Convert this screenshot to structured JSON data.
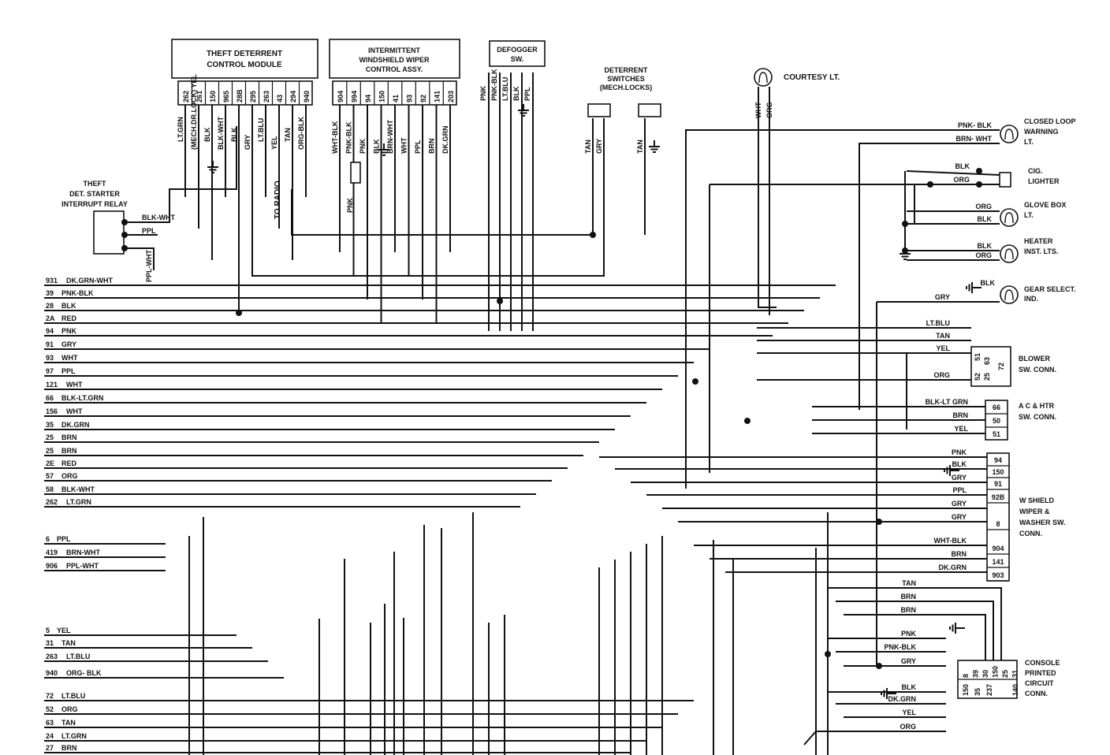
{
  "components": {
    "theft_module": {
      "title": [
        "THEFT  DETERRENT",
        "CONTROL MODULE"
      ],
      "pins": [
        "262",
        "261",
        "150",
        "965",
        "28B",
        "295",
        "263",
        "43",
        "294",
        "940"
      ],
      "wires": [
        "LT.GRN",
        "(MECH.DR.LOCK) YEL",
        "BLK",
        "BLK-WHT",
        "BLK",
        "GRY",
        "LT.BLU",
        "YEL",
        "TAN",
        "ORG-BLK"
      ],
      "radio_label": "TO RADIO"
    },
    "wiper_control": {
      "title": [
        "INTERMITTENT",
        "WINDSHIELD WIPER",
        "CONTROL ASSY."
      ],
      "pins": [
        "904",
        "994",
        "94",
        "150",
        "41",
        "93",
        "92",
        "141",
        "203"
      ],
      "wires": [
        "WHT-BLK",
        "PNK-BLK",
        "PNK",
        "BLK",
        "BRN-WHT",
        "WHT",
        "PPL",
        "BRN",
        "DK.GRN"
      ],
      "resistor_wire": "PNK"
    },
    "defogger": {
      "title": [
        "DEFOGGER",
        "SW."
      ],
      "wires": [
        "PNK",
        "PNK-BLK",
        "LT.BLU",
        "BLK",
        "PPL"
      ]
    },
    "deterrent_switches": {
      "title": [
        "DETERRENT",
        "SWITCHES",
        "(MECH.LOCKS)"
      ],
      "wires": [
        "TAN",
        "GRY",
        "TAN"
      ]
    },
    "courtesy": {
      "title": "COURTESY LT.",
      "wires": [
        "WHT",
        "ORG"
      ]
    },
    "starter_relay": {
      "title": [
        "THEFT",
        "DET. STARTER",
        "INTERRUPT RELAY"
      ],
      "wires": [
        "BLK-WHT",
        "PPL",
        "PPL-WHT"
      ]
    },
    "closed_loop": {
      "title": [
        "CLOSED LOOP",
        "WARNING",
        "LT."
      ],
      "wires": [
        "PNK- BLK",
        "BRN- WHT"
      ]
    },
    "cig_lighter": {
      "title": [
        "CIG.",
        "LIGHTER"
      ],
      "wires": [
        "BLK",
        "ORG"
      ]
    },
    "glove_box": {
      "title": [
        "GLOVE BOX",
        "LT."
      ],
      "wires": [
        "ORG",
        "BLK"
      ]
    },
    "heater_lts": {
      "title": [
        "HEATER",
        "INST. LTS."
      ],
      "wires": [
        "BLK",
        "ORG"
      ]
    },
    "gear_select": {
      "title": [
        "GEAR SELECT.",
        "IND."
      ],
      "wires": [
        "GRY",
        "BLK"
      ]
    },
    "blower": {
      "title": [
        "BLOWER",
        "SW. CONN."
      ],
      "pins": [
        "51",
        "63",
        "72",
        "52",
        "25"
      ],
      "wires": [
        "LT.BLU",
        "TAN",
        "YEL",
        "ORG"
      ]
    },
    "ac_htr": {
      "title": [
        "A C & HTR",
        "SW. CONN."
      ],
      "pins": [
        "66",
        "50",
        "51"
      ],
      "wires": [
        "BLK-LT GRN",
        "BRN",
        "YEL"
      ]
    },
    "wshield": {
      "title": [
        "W SHIELD",
        "WIPER &",
        "WASHER SW.",
        "CONN."
      ],
      "pins": [
        "94",
        "150",
        "91",
        "92B",
        "8",
        "904",
        "141",
        "903"
      ],
      "wires": [
        "PNK",
        "BLK",
        "GRY",
        "PPL",
        "GRY",
        "GRY",
        "WHT-BLK",
        "BRN",
        "DK.GRN"
      ]
    },
    "console": {
      "title": [
        "CONSOLE",
        "PRINTED",
        "CIRCUIT",
        "CONN."
      ],
      "pins_top": [
        "8",
        "39",
        "30",
        "150",
        "25",
        "31"
      ],
      "pins_bottom": [
        "150",
        "35",
        "237",
        "140"
      ],
      "wires": [
        "TAN",
        "BRN",
        "BRN",
        "PNK",
        "PNK-BLK",
        "GRY",
        "BLK",
        "DK.GRN",
        "YEL",
        "ORG"
      ]
    }
  },
  "left_circuits": [
    {
      "num": "931",
      "color": "DK.GRN-WHT"
    },
    {
      "num": "39",
      "color": "PNK-BLK"
    },
    {
      "num": "28",
      "color": "BLK"
    },
    {
      "num": "2A",
      "color": "RED"
    },
    {
      "num": "94",
      "color": "PNK"
    },
    {
      "num": "91",
      "color": "GRY"
    },
    {
      "num": "93",
      "color": "WHT"
    },
    {
      "num": "97",
      "color": "PPL"
    },
    {
      "num": "121",
      "color": "WHT"
    },
    {
      "num": "66",
      "color": "BLK-LT.GRN"
    },
    {
      "num": "156",
      "color": "WHT"
    },
    {
      "num": "35",
      "color": "DK.GRN"
    },
    {
      "num": "25",
      "color": "BRN"
    },
    {
      "num": "25",
      "color": "BRN"
    },
    {
      "num": "2E",
      "color": "RED"
    },
    {
      "num": "57",
      "color": "ORG"
    },
    {
      "num": "58",
      "color": "BLK-WHT"
    },
    {
      "num": "262",
      "color": "LT.GRN"
    },
    {
      "num": "6",
      "color": "PPL"
    },
    {
      "num": "419",
      "color": "BRN-WHT"
    },
    {
      "num": "906",
      "color": "PPL-WHT"
    },
    {
      "num": "5",
      "color": "YEL"
    },
    {
      "num": "31",
      "color": "TAN"
    },
    {
      "num": "263",
      "color": "LT.BLU"
    },
    {
      "num": "940",
      "color": "ORG- BLK"
    },
    {
      "num": "72",
      "color": "LT.BLU"
    },
    {
      "num": "52",
      "color": "ORG"
    },
    {
      "num": "63",
      "color": "TAN"
    },
    {
      "num": "24",
      "color": "LT.GRN"
    },
    {
      "num": "27",
      "color": "BRN"
    }
  ]
}
